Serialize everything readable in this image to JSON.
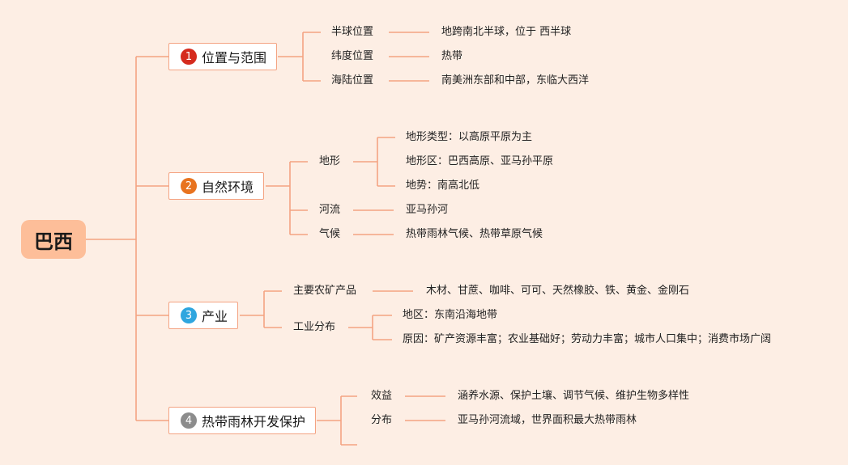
{
  "root": "巴西",
  "sections": [
    {
      "num": "1",
      "color": "#D52B1E",
      "title": "位置与范围",
      "items": [
        {
          "label": "半球位置",
          "value": "地跨南北半球，位于 西半球"
        },
        {
          "label": "纬度位置",
          "value": "热带"
        },
        {
          "label": "海陆位置",
          "value": "南美洲东部和中部，东临大西洋"
        }
      ]
    },
    {
      "num": "2",
      "color": "#E8731F",
      "title": "自然环境",
      "items": [
        {
          "label": "地形",
          "subs": [
            "地形类型：以高原平原为主",
            "地形区：巴西高原、亚马孙平原",
            "地势：南高北低"
          ]
        },
        {
          "label": "河流",
          "value": "亚马孙河"
        },
        {
          "label": "气候",
          "value": "热带雨林气候、热带草原气候"
        }
      ]
    },
    {
      "num": "3",
      "color": "#2FA6DF",
      "title": "产业",
      "items": [
        {
          "label": "主要农矿产品",
          "value": "木材、甘蔗、咖啡、可可、天然橡胶、铁、黄金、金刚石"
        },
        {
          "label": "工业分布",
          "subs": [
            "地区：东南沿海地带",
            "原因：矿产资源丰富；农业基础好；劳动力丰富；城市人口集中；消费市场广阔"
          ]
        }
      ]
    },
    {
      "num": "4",
      "color": "#8C8C8C",
      "title": "热带雨林开发保护",
      "items": [
        {
          "label": "效益",
          "value": "涵养水源、保护土壤、调节气候、维护生物多样性"
        },
        {
          "label": "分布",
          "value": "亚马孙河流域，世界面积最大热带雨林"
        }
      ]
    }
  ]
}
